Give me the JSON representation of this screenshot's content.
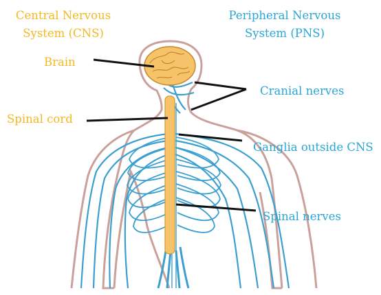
{
  "headings": {
    "cns_line1": "Central Nervous",
    "cns_line2": "System (CNS)",
    "pns_line1": "Peripheral Nervous",
    "pns_line2": "System (PNS)"
  },
  "labels": {
    "brain": "Brain",
    "spinal_cord": "Spinal cord",
    "cranial_nerves": "Cranial nerves",
    "ganglia": "Ganglia outside CNS",
    "spinal_nerves": "Spinal nerves"
  },
  "colors": {
    "cns": "#f5b820",
    "pns": "#2aa6d6",
    "nerve": "#3a9fd0",
    "body_outline": "#c9a09a",
    "leader": "#111111"
  }
}
